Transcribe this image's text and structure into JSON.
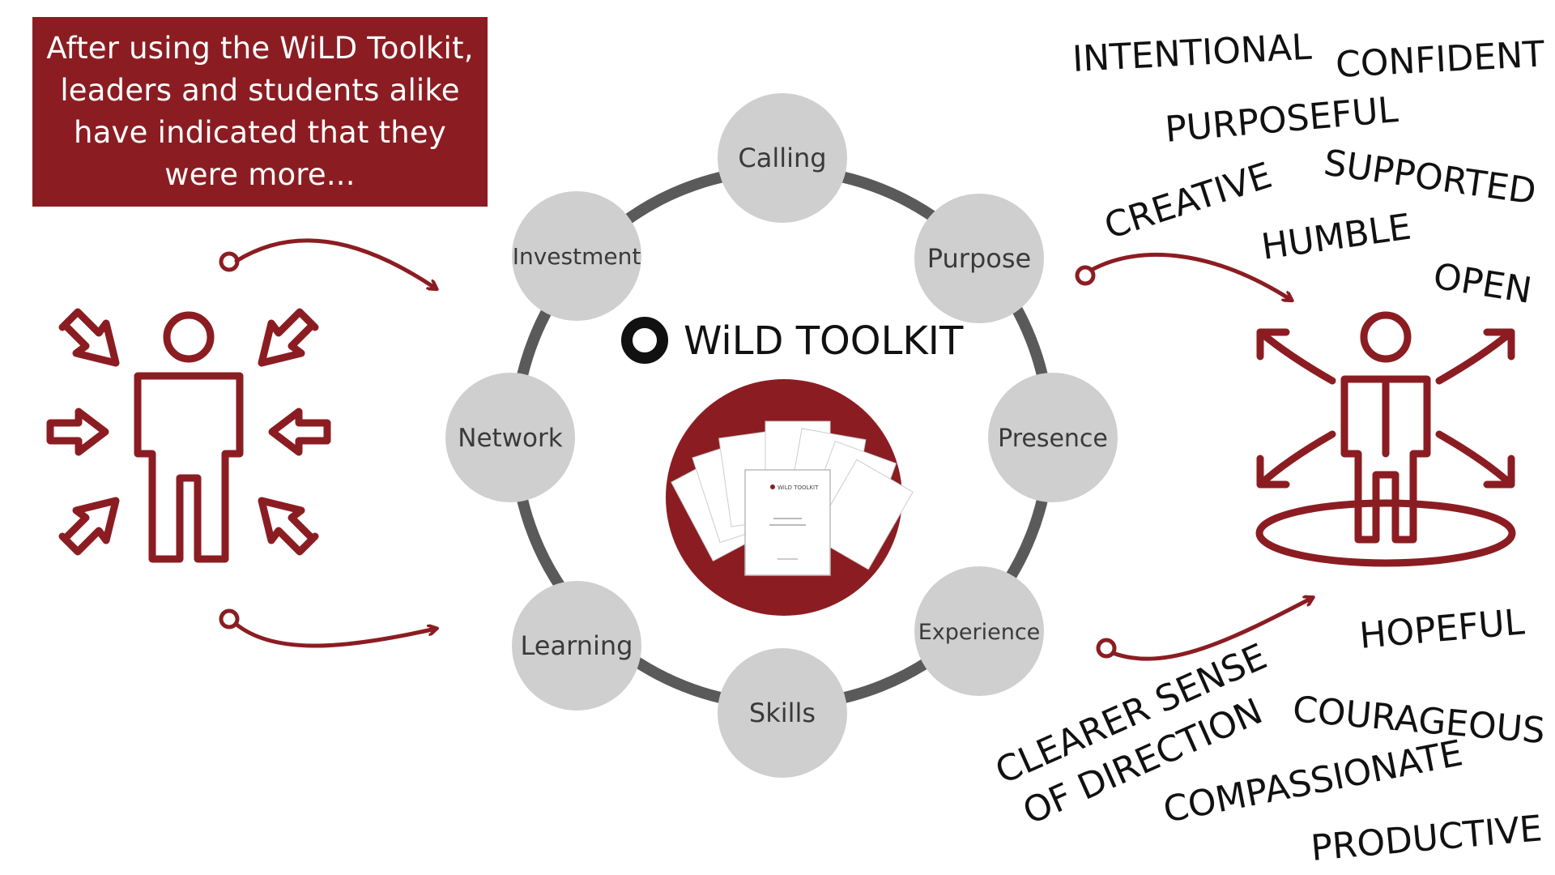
{
  "intro_text": "After using the WiLD Toolkit, leaders and students alike have indicated that they were more...",
  "toolkit_title": "WiLD TOOLKIT",
  "toolkit_logo_icon": "ring-logo-icon",
  "toolkit_image_icon": "toolkit-cards-icon",
  "ring_nodes": [
    "Calling",
    "Purpose",
    "Presence",
    "Experience",
    "Skills",
    "Learning",
    "Network",
    "Investment"
  ],
  "toolkit_card_text": "WiLD TOOLKIT",
  "left_figure_icon": "person-inward-arrows-icon",
  "right_figure_icon": "person-outward-arrows-icon",
  "outcomes_top": [
    "INTENTIONAL",
    "CONFIDENT",
    "PURPOSEFUL",
    "CREATIVE",
    "SUPPORTED",
    "HUMBLE",
    "OPEN"
  ],
  "outcomes_bottom": [
    "HOPEFUL",
    "CLEARER SENSE",
    "OF DIRECTION",
    "COURAGEOUS",
    "COMPASSIONATE",
    "PRODUCTIVE"
  ],
  "colors": {
    "accent": "#8b1d22",
    "node_fill": "#cfcfcf",
    "ring": "#5a5a5a",
    "text": "#3a3a3a",
    "black": "#111111"
  }
}
